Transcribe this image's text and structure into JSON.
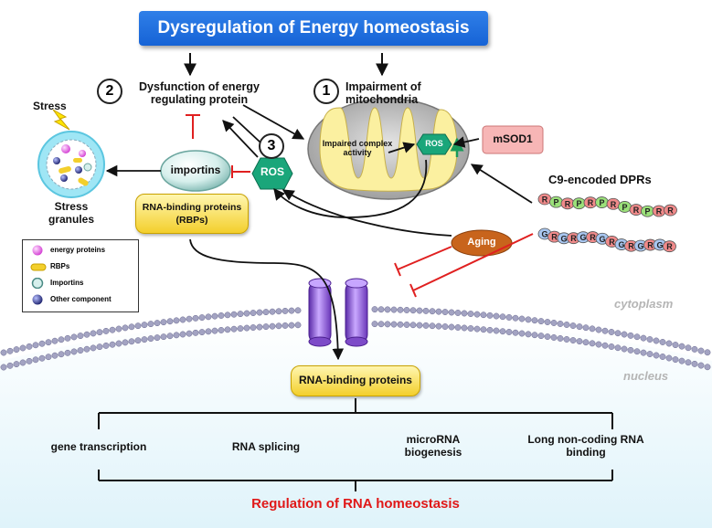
{
  "title": "Dysregulation of Energy homeostasis",
  "nodes": {
    "n2_number": "2",
    "n2_label": "Dysfunction of energy regulating protein",
    "n1_number": "1",
    "n1_label": "Impairment  of mitochondria",
    "n3_number": "3",
    "ros_main": "ROS",
    "ros_mito": "ROS",
    "impaired_complex": "Impaired complex activity",
    "msod1": "mSOD1",
    "importins": "importins",
    "rbps_cyto": "RNA-binding proteins (RBPs)",
    "stress": "Stress",
    "stress_granules": "Stress granules",
    "c9_dprs": "C9-encoded DPRs",
    "aging": "Aging",
    "cytoplasm": "cytoplasm",
    "nucleus": "nucleus",
    "rbps_nuc": "RNA-binding proteins"
  },
  "dprs": {
    "chain1": [
      "R",
      "P",
      "R",
      "P",
      "R",
      "P",
      "R",
      "P",
      "R",
      "P",
      "R",
      "R"
    ],
    "chain2": [
      "G",
      "R",
      "G",
      "R",
      "G",
      "R",
      "G",
      "R",
      "G",
      "R",
      "G",
      "R",
      "G",
      "R"
    ]
  },
  "outcomes": [
    "gene transcription",
    "RNA splicing",
    "microRNA biogenesis",
    "Long non-coding RNA binding"
  ],
  "bottom_label": "Regulation of RNA homeostasis",
  "legend": [
    {
      "label": "energy proteins",
      "icon": "pink-sphere-icon"
    },
    {
      "label": "RBPs",
      "icon": "yellow-capsule-icon"
    },
    {
      "label": "Importins",
      "icon": "teal-circle-icon"
    },
    {
      "label": "Other component",
      "icon": "navy-sphere-icon"
    }
  ],
  "colors": {
    "title_blue": "#1f6fe0",
    "inhibit_red": "#e02020",
    "ros_green": "#1aa67a",
    "mito_gray": "#b9b9b9",
    "mito_yellow": "#fbf0a0",
    "msod1_pink": "#f7b6b6",
    "aging_orange": "#c8641c",
    "rbp_yellow": "#f3cf2c",
    "channel_purple": "#8a55d8",
    "bottom_red": "#e01818",
    "nucleus_fill": "#e6f6fb"
  }
}
